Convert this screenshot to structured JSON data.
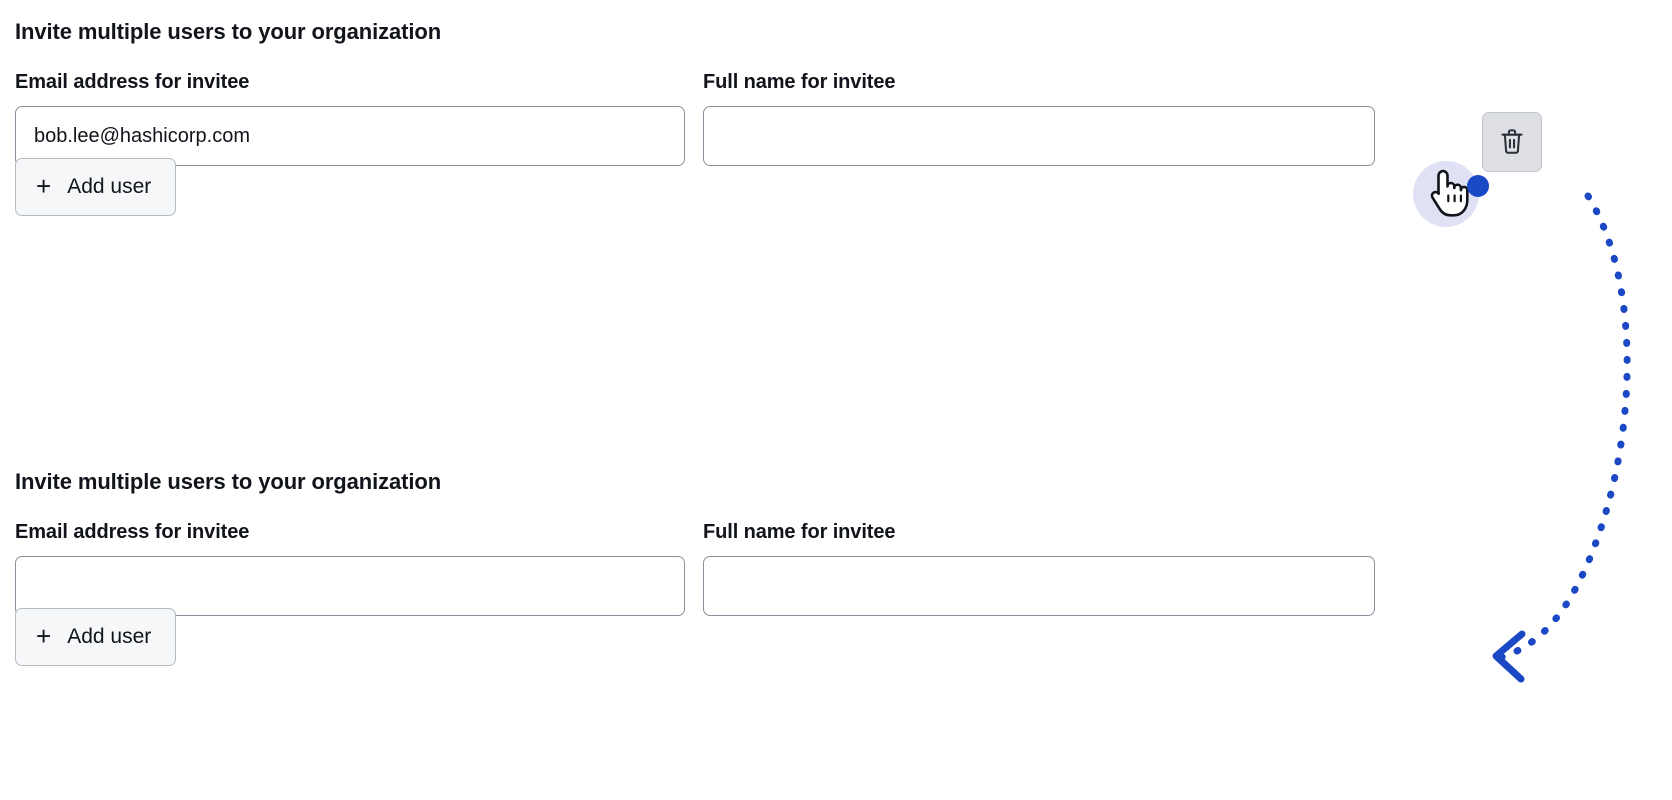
{
  "theme": {
    "page_background": "#ffffff",
    "text_color": "#11141a",
    "input_border": "#8c909c",
    "button_background": "#f6f7f9",
    "button_border": "#b6bac3",
    "delete_button_hover_background": "#dedfe3",
    "annotation_blue": "#1b48c4",
    "cursor_halo": "#d9daf2"
  },
  "sections": [
    {
      "title": "Invite multiple users to your organization",
      "email_label": "Email address for invitee",
      "email_value": "bob.lee@hashicorp.com",
      "email_placeholder": "",
      "name_label": "Full name for invitee",
      "name_value": "",
      "name_placeholder": "",
      "add_user_label": "Add user",
      "add_user_icon": "plus-icon",
      "delete_icon": "trash-icon",
      "has_delete_button": true
    },
    {
      "title": "Invite multiple users to your organization",
      "email_label": "Email address for invitee",
      "email_value": "",
      "email_placeholder": "",
      "name_label": "Full name for invitee",
      "name_value": "",
      "name_placeholder": "",
      "add_user_label": "Add user",
      "add_user_icon": "plus-icon",
      "delete_icon": "",
      "has_delete_button": false
    }
  ],
  "annotation": {
    "pointer_icon": "hand-pointer-cursor",
    "start_marker": "blue-dot",
    "path_style": "dotted-curved-arrow",
    "arrowhead": "left-chevron",
    "color": "#1b48c4"
  }
}
